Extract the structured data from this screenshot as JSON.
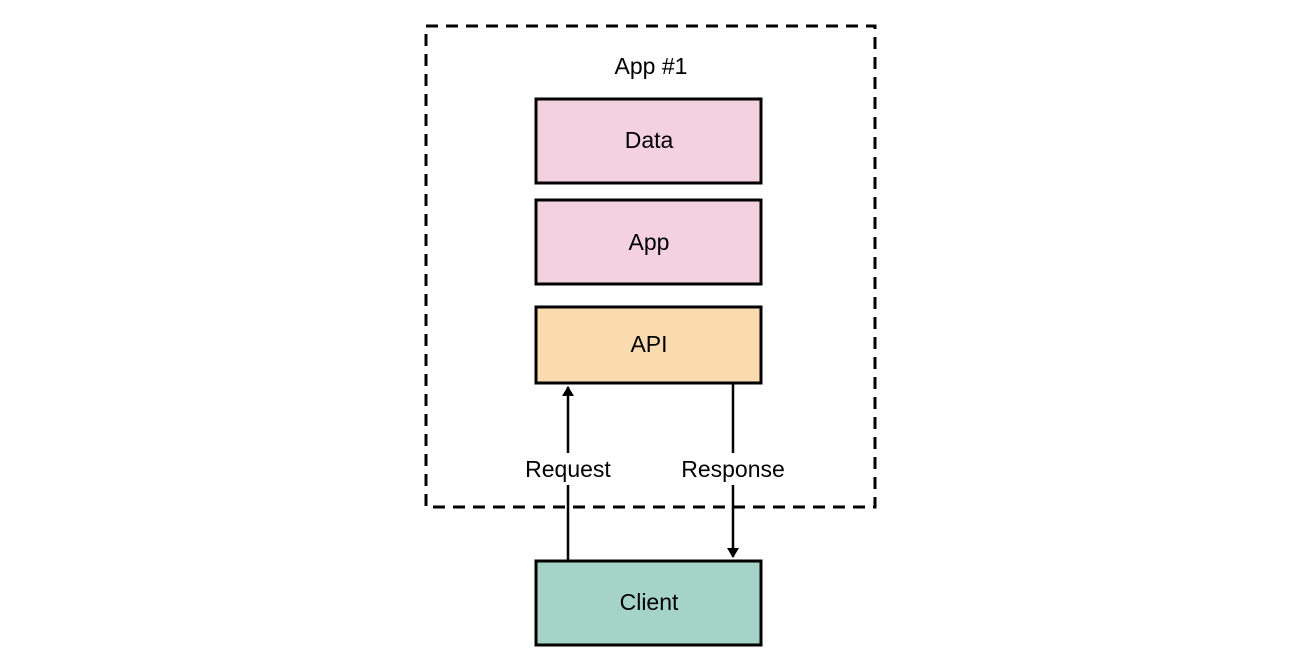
{
  "container": {
    "title": "App #1",
    "border_color": "#000000"
  },
  "boxes": {
    "data": {
      "label": "Data",
      "fill": "#f3d1de"
    },
    "app": {
      "label": "App",
      "fill": "#f3d1de"
    },
    "api": {
      "label": "API",
      "fill": "#fadbaf"
    },
    "client": {
      "label": "Client",
      "fill": "#a5d3c8"
    }
  },
  "edges": {
    "request": {
      "label": "Request",
      "from": "client",
      "to": "api"
    },
    "response": {
      "label": "Response",
      "from": "api",
      "to": "client"
    }
  }
}
